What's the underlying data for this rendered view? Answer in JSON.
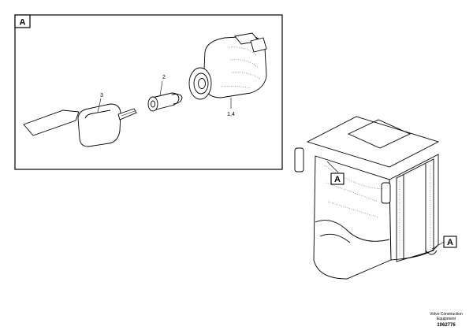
{
  "inset": {
    "label": "A"
  },
  "callouts": [
    {
      "id": "key",
      "text": "3"
    },
    {
      "id": "lock-cylinder",
      "text": "2"
    },
    {
      "id": "ignition-switch",
      "text": "1,4"
    }
  ],
  "cab_markers": [
    {
      "id": "cab-left",
      "text": "A"
    },
    {
      "id": "cab-right",
      "text": "A"
    }
  ],
  "footer": {
    "line1": "Volvo Construction",
    "line2": "Equipment",
    "drawing_number": "1062776"
  }
}
